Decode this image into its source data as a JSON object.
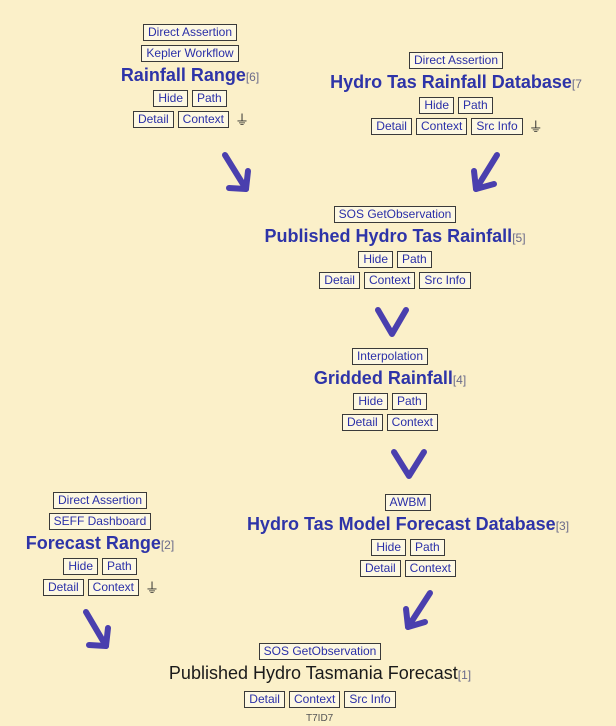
{
  "nodes": {
    "rainfall_range": {
      "assertions": [
        "Direct Assertion",
        "Kepler Workflow"
      ],
      "title": "Rainfall Range",
      "index": "[6]",
      "buttons_row1": [
        "Hide",
        "Path"
      ],
      "buttons_row2": [
        "Detail",
        "Context"
      ],
      "ground_icon": "ground-symbol"
    },
    "hydro_tas_db": {
      "assertions": [
        "Direct Assertion"
      ],
      "title": "Hydro Tas Rainfall Database",
      "index": "[7",
      "buttons_row1": [
        "Hide",
        "Path"
      ],
      "buttons_row2": [
        "Detail",
        "Context",
        "Src Info"
      ],
      "ground_icon": "ground-symbol"
    },
    "published_rainfall": {
      "assertions": [
        "SOS GetObservation"
      ],
      "title": "Published Hydro Tas Rainfall",
      "index": "[5]",
      "buttons_row1": [
        "Hide",
        "Path"
      ],
      "buttons_row2": [
        "Detail",
        "Context",
        "Src Info"
      ]
    },
    "gridded_rainfall": {
      "assertions": [
        "Interpolation"
      ],
      "title": "Gridded Rainfall",
      "index": "[4]",
      "buttons_row1": [
        "Hide",
        "Path"
      ],
      "buttons_row2": [
        "Detail",
        "Context"
      ]
    },
    "forecast_range": {
      "assertions": [
        "Direct Assertion",
        "SEFF Dashboard"
      ],
      "title": "Forecast Range",
      "index": "[2]",
      "buttons_row1": [
        "Hide",
        "Path"
      ],
      "buttons_row2": [
        "Detail",
        "Context"
      ],
      "ground_icon": "ground-symbol"
    },
    "model_forecast_db": {
      "assertions": [
        "AWBM"
      ],
      "title": "Hydro Tas Model Forecast Database",
      "index": "[3]",
      "buttons_row1": [
        "Hide",
        "Path"
      ],
      "buttons_row2": [
        "Detail",
        "Context"
      ]
    },
    "published_forecast": {
      "assertions": [
        "SOS GetObservation"
      ],
      "title": "Published Hydro Tasmania Forecast",
      "index": "[1]",
      "buttons_row2": [
        "Detail",
        "Context",
        "Src Info"
      ],
      "footnote": "T7ID7"
    }
  },
  "symbols": {
    "ground": "⏚"
  },
  "colors": {
    "background": "#fbf0c9",
    "arrow": "#4a3fae",
    "title": "#2e34a8",
    "tag_text": "#2a2fa8"
  }
}
